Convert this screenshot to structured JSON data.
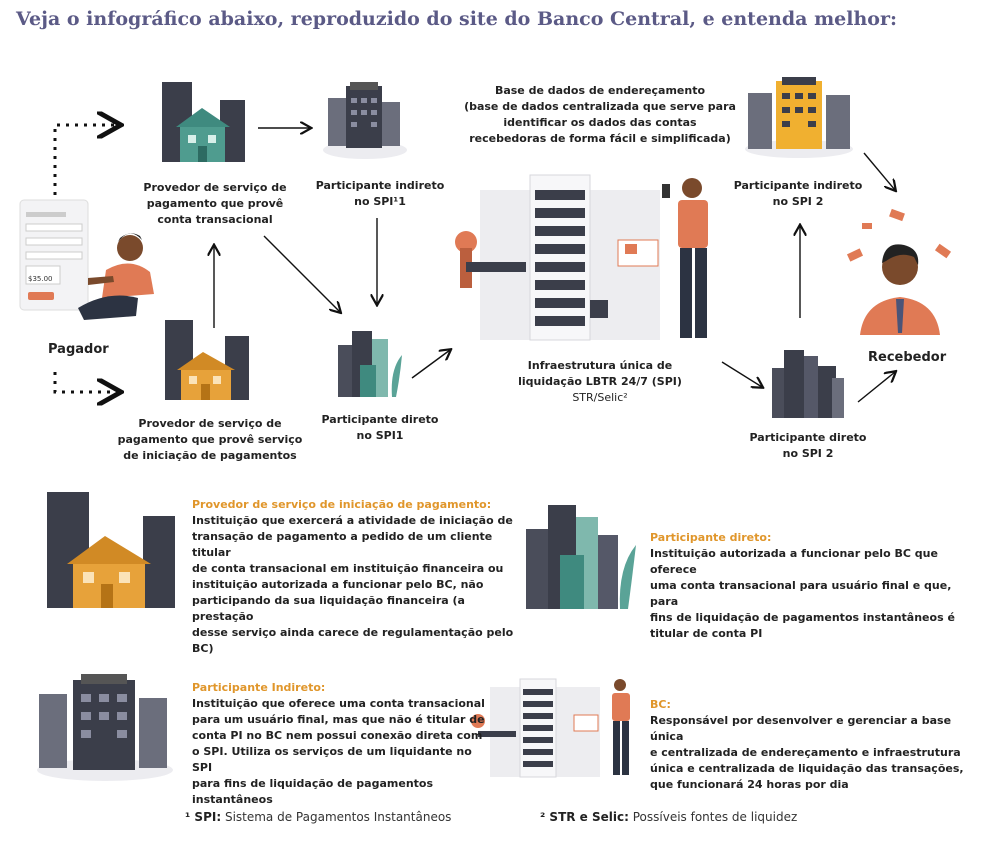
{
  "title": "Veja o infográfico abaixo, reproduzido do site do Banco Central, e entenda melhor:",
  "diagram": {
    "pagador": "Pagador",
    "recebedor": "Recebedor",
    "provedor_transacional": [
      "Provedor de serviço de",
      "pagamento que provê",
      "conta transacional"
    ],
    "provedor_iniciacao": [
      "Provedor de serviço de",
      "pagamento que provê serviço",
      "de iniciação de pagamentos"
    ],
    "indireto_spi1": [
      "Participante indireto",
      "no SPI¹1"
    ],
    "direto_spi1": [
      "Participante direto",
      "no SPI1"
    ],
    "base_dados": [
      "Base de dados de endereçamento",
      "(base de dados centralizada que serve para",
      "identificar os dados das contas",
      "recebedoras de forma fácil e simplificada)"
    ],
    "infra": [
      "Infraestrutura única de",
      "liquidação LBTR 24/7 (SPI)"
    ],
    "infra_sub": "STR/Selic²",
    "indireto_spi2": [
      "Participante indireto",
      "no SPI 2"
    ],
    "direto_spi2": [
      "Participante direto",
      "no SPI 2"
    ],
    "phone_amount": "$35.00"
  },
  "descriptions": {
    "iniciacao": {
      "heading": "Provedor de serviço de iniciação de pagamento:",
      "lines": [
        "Instituição que exercerá a atividade de iniciação de",
        "transação de pagamento a pedido de um cliente titular",
        "de conta transacional em instituição financeira ou",
        "instituição autorizada a funcionar pelo BC, não",
        "participando da sua liquidação financeira (a prestação",
        "desse serviço ainda carece de regulamentação pelo BC)"
      ]
    },
    "direto": {
      "heading": "Participante direto:",
      "lines": [
        "Instituição autorizada a funcionar pelo BC que oferece",
        "uma conta transacional para usuário final e que, para",
        "fins de liquidação de pagamentos instantâneos é",
        "titular de conta PI"
      ]
    },
    "indireto": {
      "heading": "Participante Indireto:",
      "lines": [
        " Instituição que oferece uma conta transacional",
        "para um usuário final, mas que não é titular de",
        "conta PI no BC nem possui conexão direta com",
        "o SPI. Utiliza os serviços de um liquidante no SPI",
        "para fins de liquidação de pagamentos instantâneos"
      ]
    },
    "bc": {
      "heading": "BC:",
      "lines": [
        " Responsável por desenvolver e gerenciar a base única",
        "e centralizada de endereçamento e infraestrutura",
        "única e centralizada de liquidação das transações,",
        "que funcionará 24 horas por dia"
      ]
    }
  },
  "footnotes": {
    "f1_label": "¹ SPI:",
    "f1_text": " Sistema de Pagamentos Instantâneos",
    "f2_label": "² STR e Selic:",
    "f2_text": " Possíveis fontes de liquidez"
  },
  "colors": {
    "title": "#5b5a86",
    "accent_orange": "#e0962b",
    "building_dark": "#3b3e4a",
    "teal": "#3f8a7f",
    "shirt": "#e07a55"
  }
}
